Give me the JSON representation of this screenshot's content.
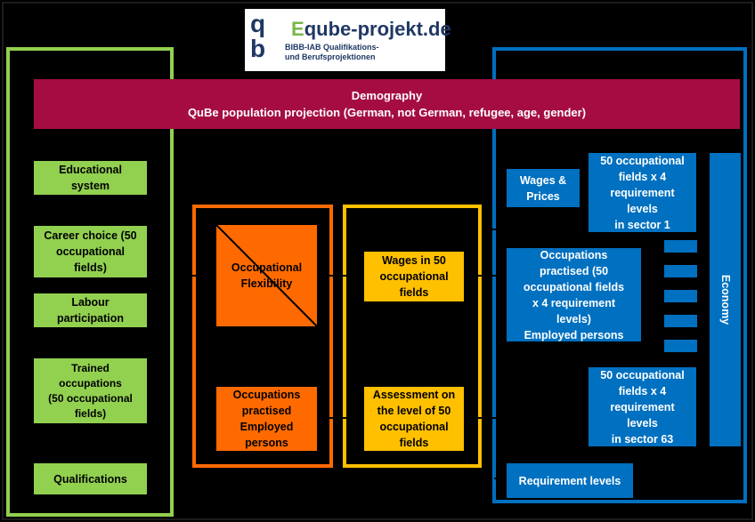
{
  "logo": {
    "mark": "qb",
    "title_prefix": "E",
    "title": "qube-projekt.de",
    "tagline": "BIBB-IAB Qualifikations-\nund Berufsprojektionen"
  },
  "demography": {
    "title": "Demography",
    "subtitle": "QuBe population projection (German, not German, refugee, age, gender)"
  },
  "left_column": {
    "items": [
      "Educational\nsystem",
      "Career choice (50\noccupational\nfields)",
      "Labour\nparticipation",
      "Trained\noccupations\n(50 occupational\nfields)",
      "Qualifications"
    ]
  },
  "center": {
    "occupational_flexibility": "Occupational\nFlexibility",
    "occupations_practised": "Occupations\npractised\nEmployed\npersons",
    "wages": "Wages in 50\noccupational\nfields",
    "assessment": "Assessment on\nthe level of 50\noccupational\nfields"
  },
  "right_column": {
    "wages_prices": "Wages &\nPrices",
    "sector1": "50 occupational\nfields x 4\nrequirement\nlevels\nin sector 1",
    "occupations_practised": "Occupations\npractised (50\noccupational fields\nx 4 requirement\nlevels)\nEmployed persons",
    "sector63": "50 occupational\nfields x 4\nrequirement\nlevels\nin sector 63",
    "requirement_levels": "Requirement levels",
    "economy": "Economy"
  },
  "colors": {
    "green": "#92d050",
    "blue": "#0070c0",
    "orange": "#ff6a00",
    "yellow": "#ffc000",
    "demography": "#a50d42"
  }
}
